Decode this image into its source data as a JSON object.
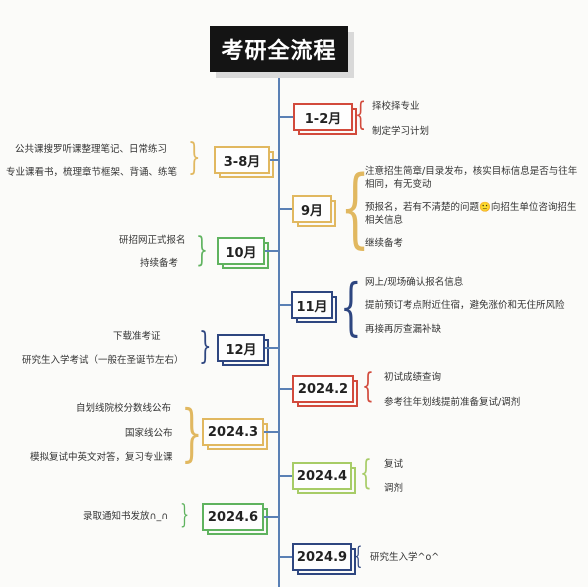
{
  "title": "考研全流程",
  "colors": {
    "spine": "#5a80b5",
    "red": "#d24a3c",
    "yellow": "#e1b860",
    "green": "#5fb35f",
    "navy": "#2e4680",
    "lightgreen": "#a7cc67"
  },
  "stages": [
    {
      "label": "1-2月",
      "color": "red",
      "side": "right",
      "items": [
        "择校择专业",
        "制定学习计划"
      ]
    },
    {
      "label": "3-8月",
      "color": "yellow",
      "side": "left",
      "items": [
        "公共课搜罗听课整理笔记、日常练习",
        "专业课看书，梳理章节框架、背诵、练笔"
      ]
    },
    {
      "label": "9月",
      "color": "yellow",
      "side": "right",
      "items": [
        "注意招生简章/目录发布，核实目标信息是否与往年相同，有无变动",
        "预报名，若有不清楚的问题🙂向招生单位咨询招生相关信息",
        "继续备考"
      ]
    },
    {
      "label": "10月",
      "color": "green",
      "side": "left",
      "items": [
        "研招网正式报名",
        "持续备考"
      ]
    },
    {
      "label": "11月",
      "color": "navy",
      "side": "right",
      "items": [
        "网上/现场确认报名信息",
        "提前预订考点附近住宿，避免涨价和无住所风险",
        "再接再厉查漏补缺"
      ]
    },
    {
      "label": "12月",
      "color": "navy",
      "side": "left",
      "items": [
        "下载准考证",
        "研究生入学考试（一般在圣诞节左右）"
      ]
    },
    {
      "label": "2024.2",
      "color": "red",
      "side": "right",
      "items": [
        "初试成绩查询",
        "参考往年划线提前准备复试/调剂"
      ]
    },
    {
      "label": "2024.3",
      "color": "yellow",
      "side": "left",
      "items": [
        "自划线院校分数线公布",
        "国家线公布",
        "模拟复试中英文对答，复习专业课"
      ]
    },
    {
      "label": "2024.4",
      "color": "lightgreen",
      "side": "right",
      "items": [
        "复试",
        "调剂"
      ]
    },
    {
      "label": "2024.6",
      "color": "green",
      "side": "left",
      "items": [
        "录取通知书发放∩_∩"
      ]
    },
    {
      "label": "2024.9",
      "color": "navy",
      "side": "right",
      "items": [
        "研究生入学^o^"
      ]
    }
  ]
}
